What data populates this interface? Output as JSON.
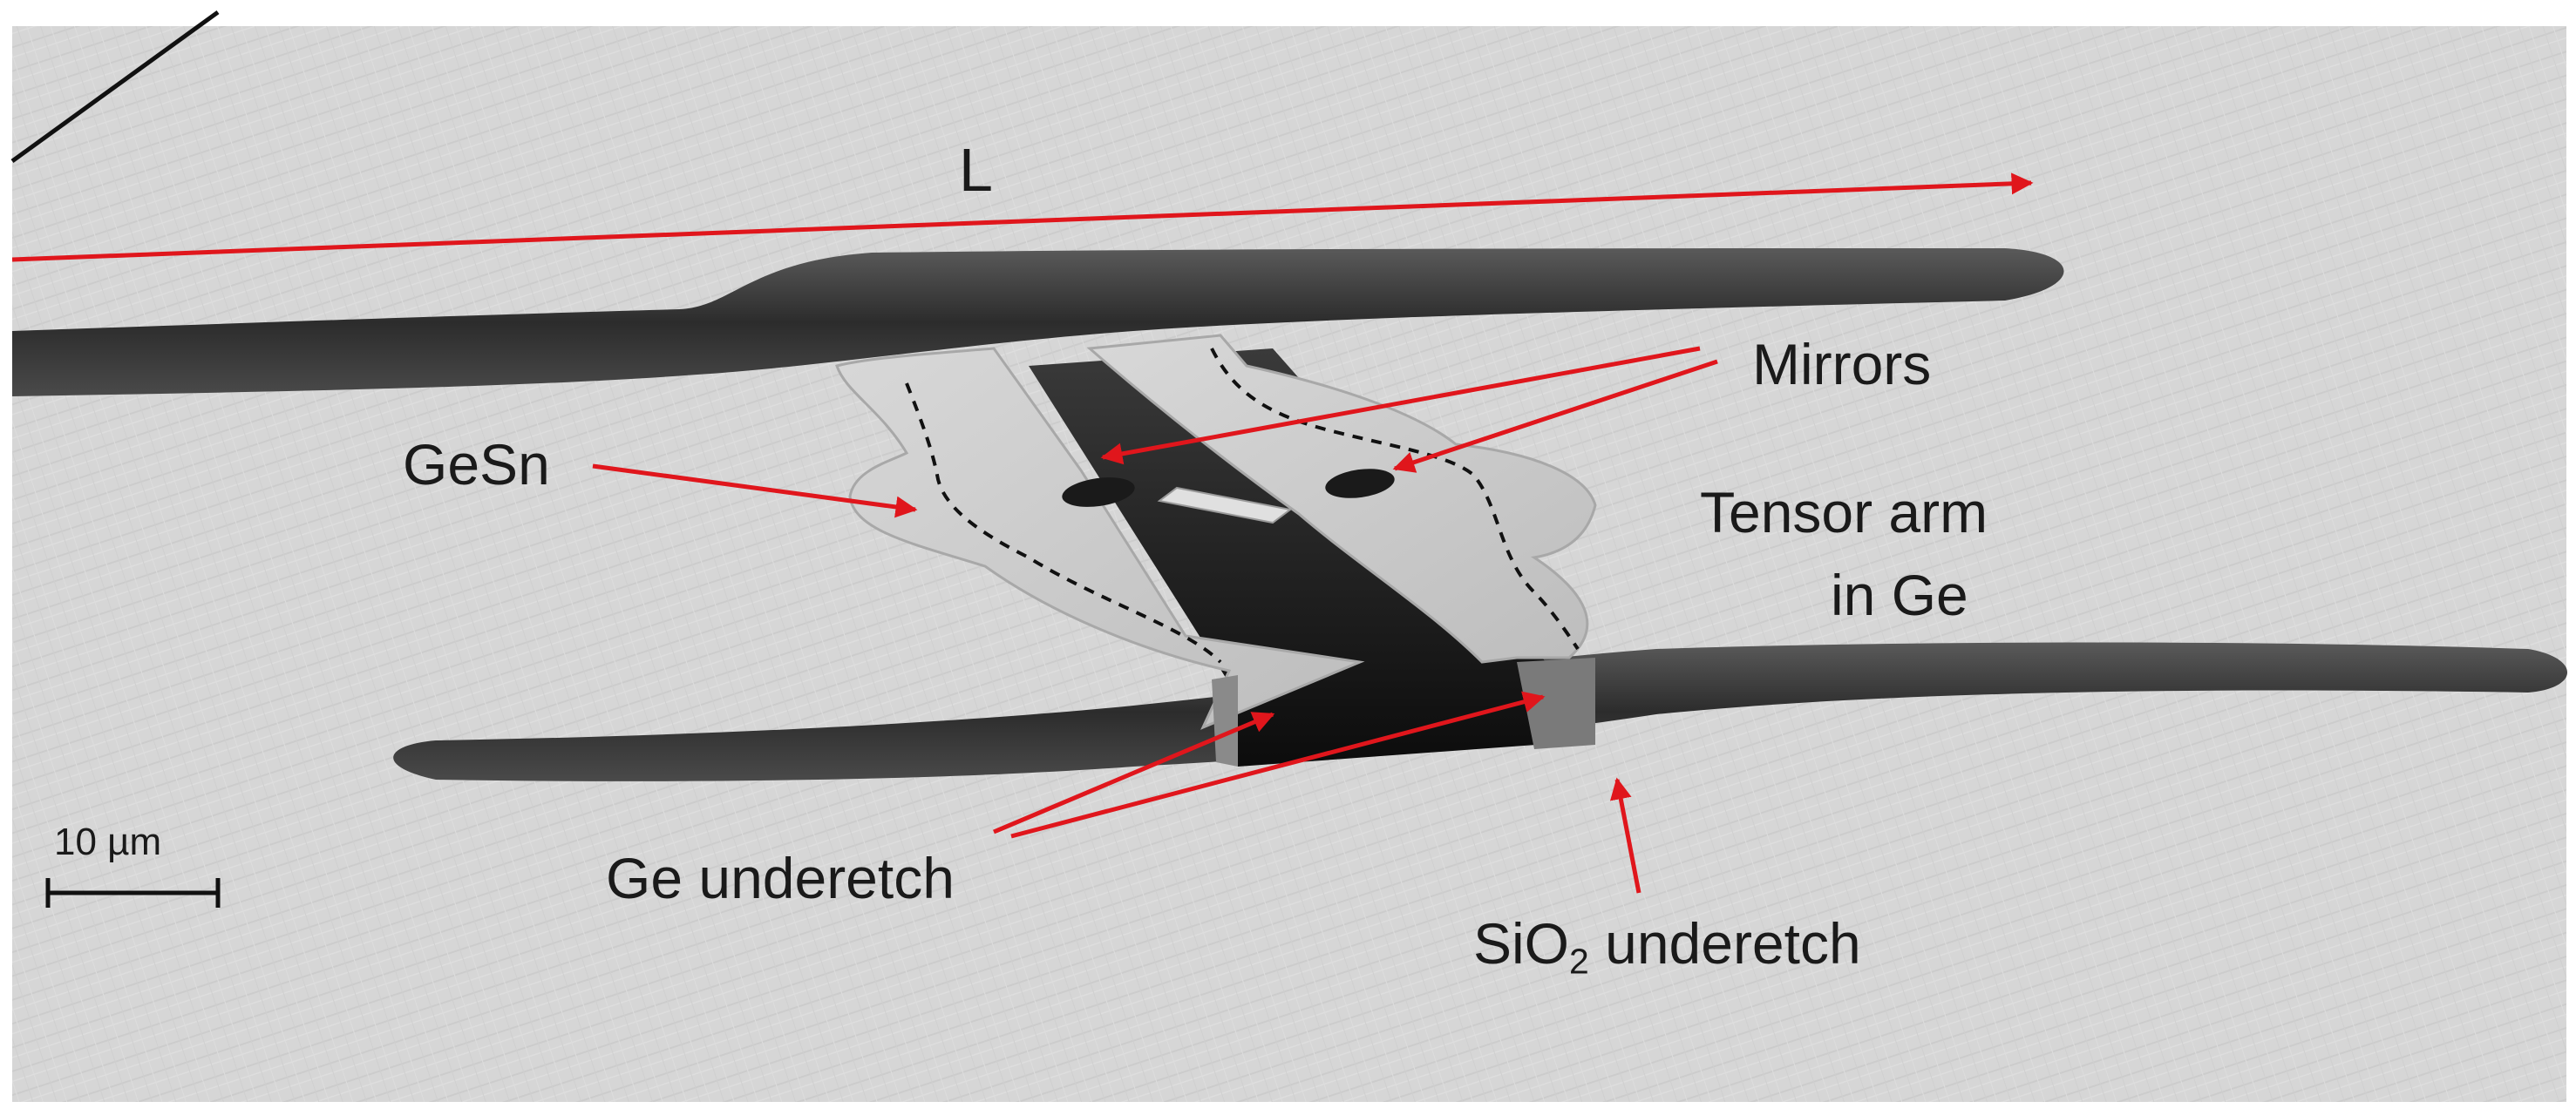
{
  "labels": {
    "length": "L",
    "mirrors": "Mirrors",
    "gesn": "GeSn",
    "tensor_arm_line1": "Tensor arm",
    "tensor_arm_line2": "in Ge",
    "ge_underetch": "Ge underetch",
    "sio2_prefix": "SiO",
    "sio2_subscript": "2",
    "sio2_suffix": " underetch",
    "scale_bar": "10 µm"
  },
  "colors": {
    "annotation": "#e0161c",
    "substrate": "#d7d7d7",
    "trench": "#3a3a3a",
    "membrane": "#c8c8c8"
  },
  "image_type": "scanning electron micrograph"
}
